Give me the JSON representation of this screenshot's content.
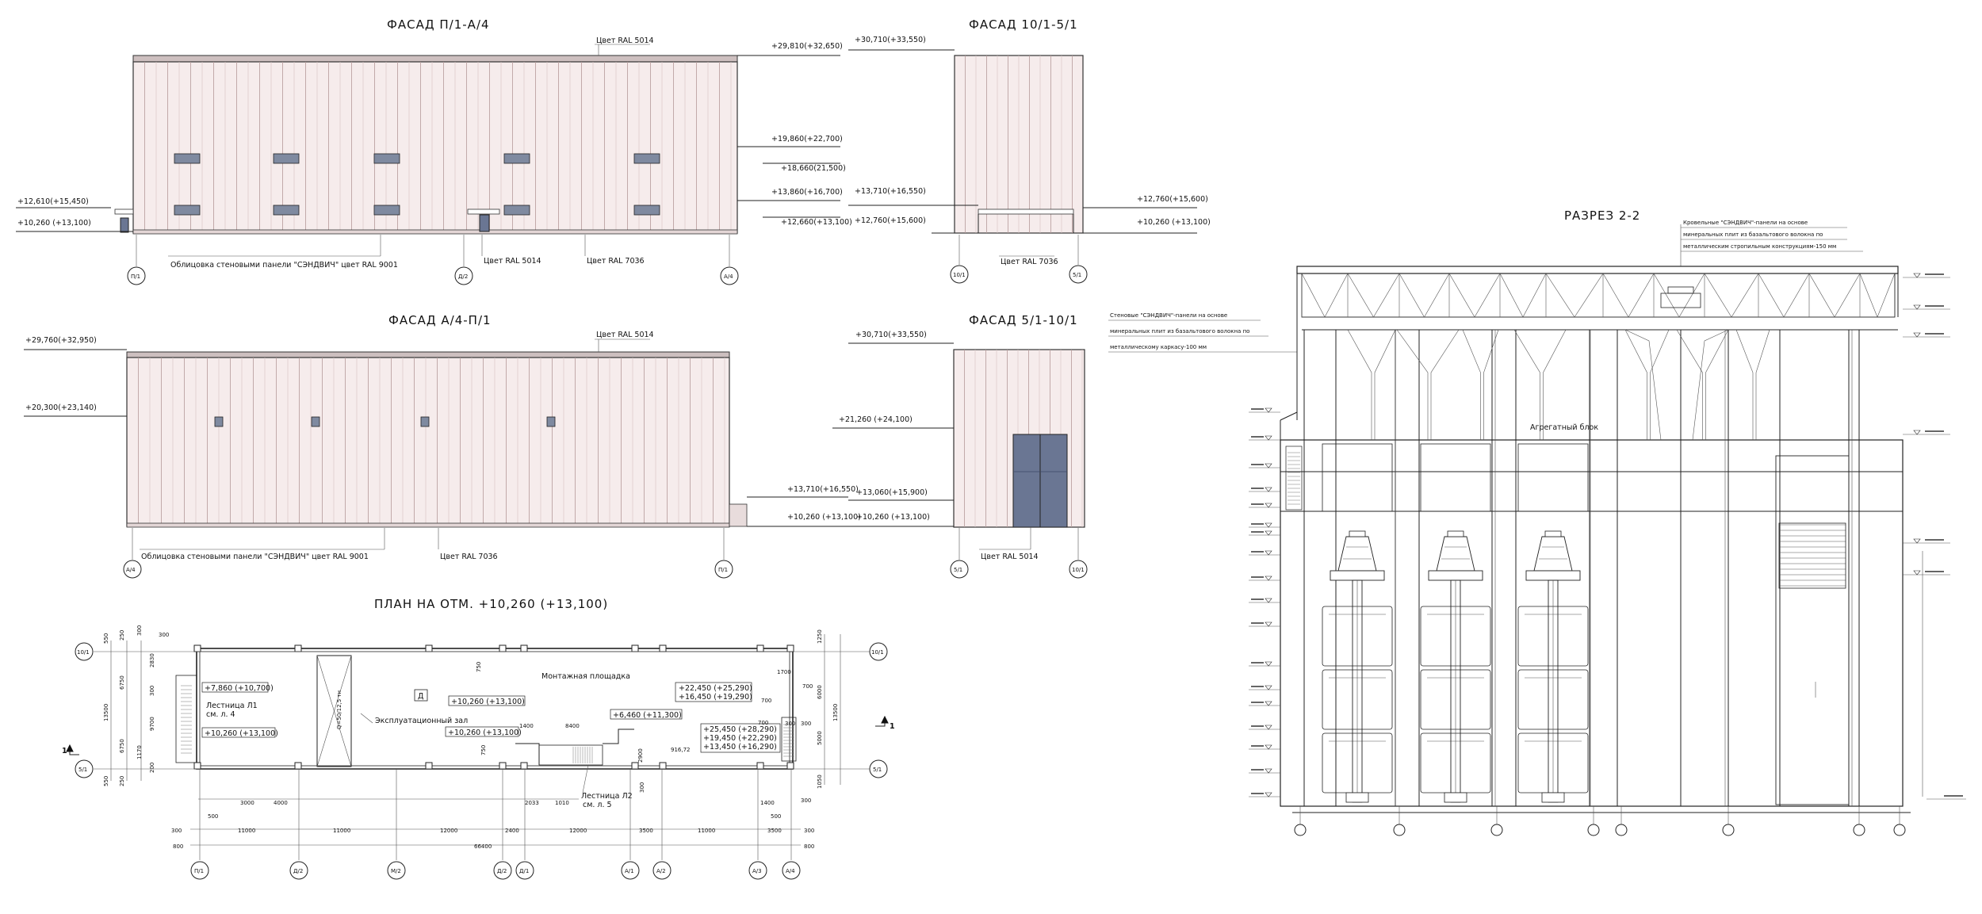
{
  "colors": {
    "wall": "#f6ecec",
    "stripe": "#b69a9a",
    "roof": "#cdbfbf",
    "door": "#6a7693",
    "line": "#222222"
  },
  "facade1": {
    "title": "ФАСАД П/1-А/4",
    "color_roof": "Цвет RAL 5014",
    "levels": [
      "+29,810(+32,650)",
      "+19,860(+22,700)",
      "+18,660(21,500)",
      "+13,860(+16,700)",
      "+12,660(+13,100)"
    ],
    "left_levels": [
      "+12,610(+15,450)",
      "+10,260 (+13,100)"
    ],
    "note_panels": "Облицовка стеновыми панели \"СЭНДВИЧ\" цвет RAL 9001",
    "note_door": "Цвет RAL 5014",
    "note_base": "Цвет RAL 7036",
    "axes": [
      "П/1",
      "Д/2",
      "А/4"
    ]
  },
  "facade2": {
    "title": "ФАСАД 10/1-5/1",
    "levels": [
      "+30,710(+33,550)",
      "+13,710(+16,550)",
      "+12,760(+15,600)"
    ],
    "right_levels": [
      "+12,760(+15,600)",
      "+10,260 (+13,100)"
    ],
    "note_base": "Цвет RAL 7036",
    "axes": [
      "10/1",
      "5/1"
    ]
  },
  "facade3": {
    "title": "ФАСАД А/4-П/1",
    "color_roof": "Цвет RAL 5014",
    "left_levels": [
      "+29,760(+32,950)",
      "+20,300(+23,140)"
    ],
    "right_levels": [
      "+13,710(+16,550)",
      "+10,260 (+13,100)"
    ],
    "note_panels": "Облицовка стеновыми панели \"СЭНДВИЧ\" цвет RAL 9001",
    "note_base": "Цвет RAL 7036",
    "axes": [
      "А/4",
      "П/1"
    ]
  },
  "facade4": {
    "title": "ФАСАД 5/1-10/1",
    "levels": [
      "+30,710(+33,550)",
      "+21,260 (+24,100)",
      "+13,060(+15,900)",
      "+10,260 (+13,100)"
    ],
    "note_door": "Цвет RAL 5014",
    "axes": [
      "5/1",
      "10/1"
    ]
  },
  "plan": {
    "title": "ПЛАН НА ОТМ. +10,260 (+13,100)",
    "labels": {
      "montage": "Монтажная площадка",
      "hall": "Эксплуатационный зал",
      "stair1": "Лестница Л1",
      "stair1_ref": "см. л. 4",
      "stair2": "Лестница Л2",
      "stair2_ref": "см. л. 5",
      "crane": "Q=50/12,5 тн",
      "d": "Д"
    },
    "marks": [
      "+7,860 (+10,700)",
      "+10,260 (+13,100)",
      "+10,260 (+13,100)",
      "+10,260 (+13,100)",
      "+6,460 (+11,300)",
      "+22,450 (+25,290)",
      "+16,450 (+19,290)",
      "+25,450 (+28,290)",
      "+19,450 (+22,290)",
      "+13,450 (+16,290)"
    ],
    "dims_bottom": [
      "300",
      "11000",
      "11000",
      "12000",
      "2400",
      "12000",
      "3500",
      "11000",
      "3500",
      "300"
    ],
    "dims_total": "66400",
    "dims_mid": [
      "3000",
      "4000",
      "2033",
      "1010",
      "916,72",
      "1400",
      "500",
      "500",
      "800",
      "800"
    ],
    "dims_left": [
      "550",
      "250",
      "300",
      "2830",
      "300",
      "6750",
      "13500",
      "9700",
      "6750",
      "1170",
      "200",
      "250",
      "550"
    ],
    "dims_right": [
      "1250",
      "1700",
      "700",
      "6000",
      "13500",
      "5000",
      "1050",
      "700",
      "300",
      "300"
    ],
    "dims_inner": [
      "750",
      "8400",
      "700",
      "1400",
      "750",
      "2900",
      "300",
      "300",
      "300"
    ],
    "axes_bottom": [
      "П/1",
      "Д/2",
      "М/2",
      "Д/2",
      "Д/1",
      "А/1",
      "А/2",
      "А/3",
      "А/4"
    ],
    "axes_side": [
      "10/1",
      "5/1"
    ],
    "section_marks": [
      "1",
      "1"
    ]
  },
  "section": {
    "title": "РАЗРЕЗ 2-2",
    "note_roof": [
      "Кровельные \"СЭНДВИЧ\"-панели на основе",
      "минеральных плит из базальтового волокна по",
      "металлическим стропильным конструкциям-150 мм"
    ],
    "note_wall": [
      "Стеновые \"СЭНДВИЧ\"-панели на основе",
      "минеральных плит из базальтового волокна по",
      "металлическому каркасу-100 мм"
    ],
    "label_bay": "Агрегатный блок"
  }
}
